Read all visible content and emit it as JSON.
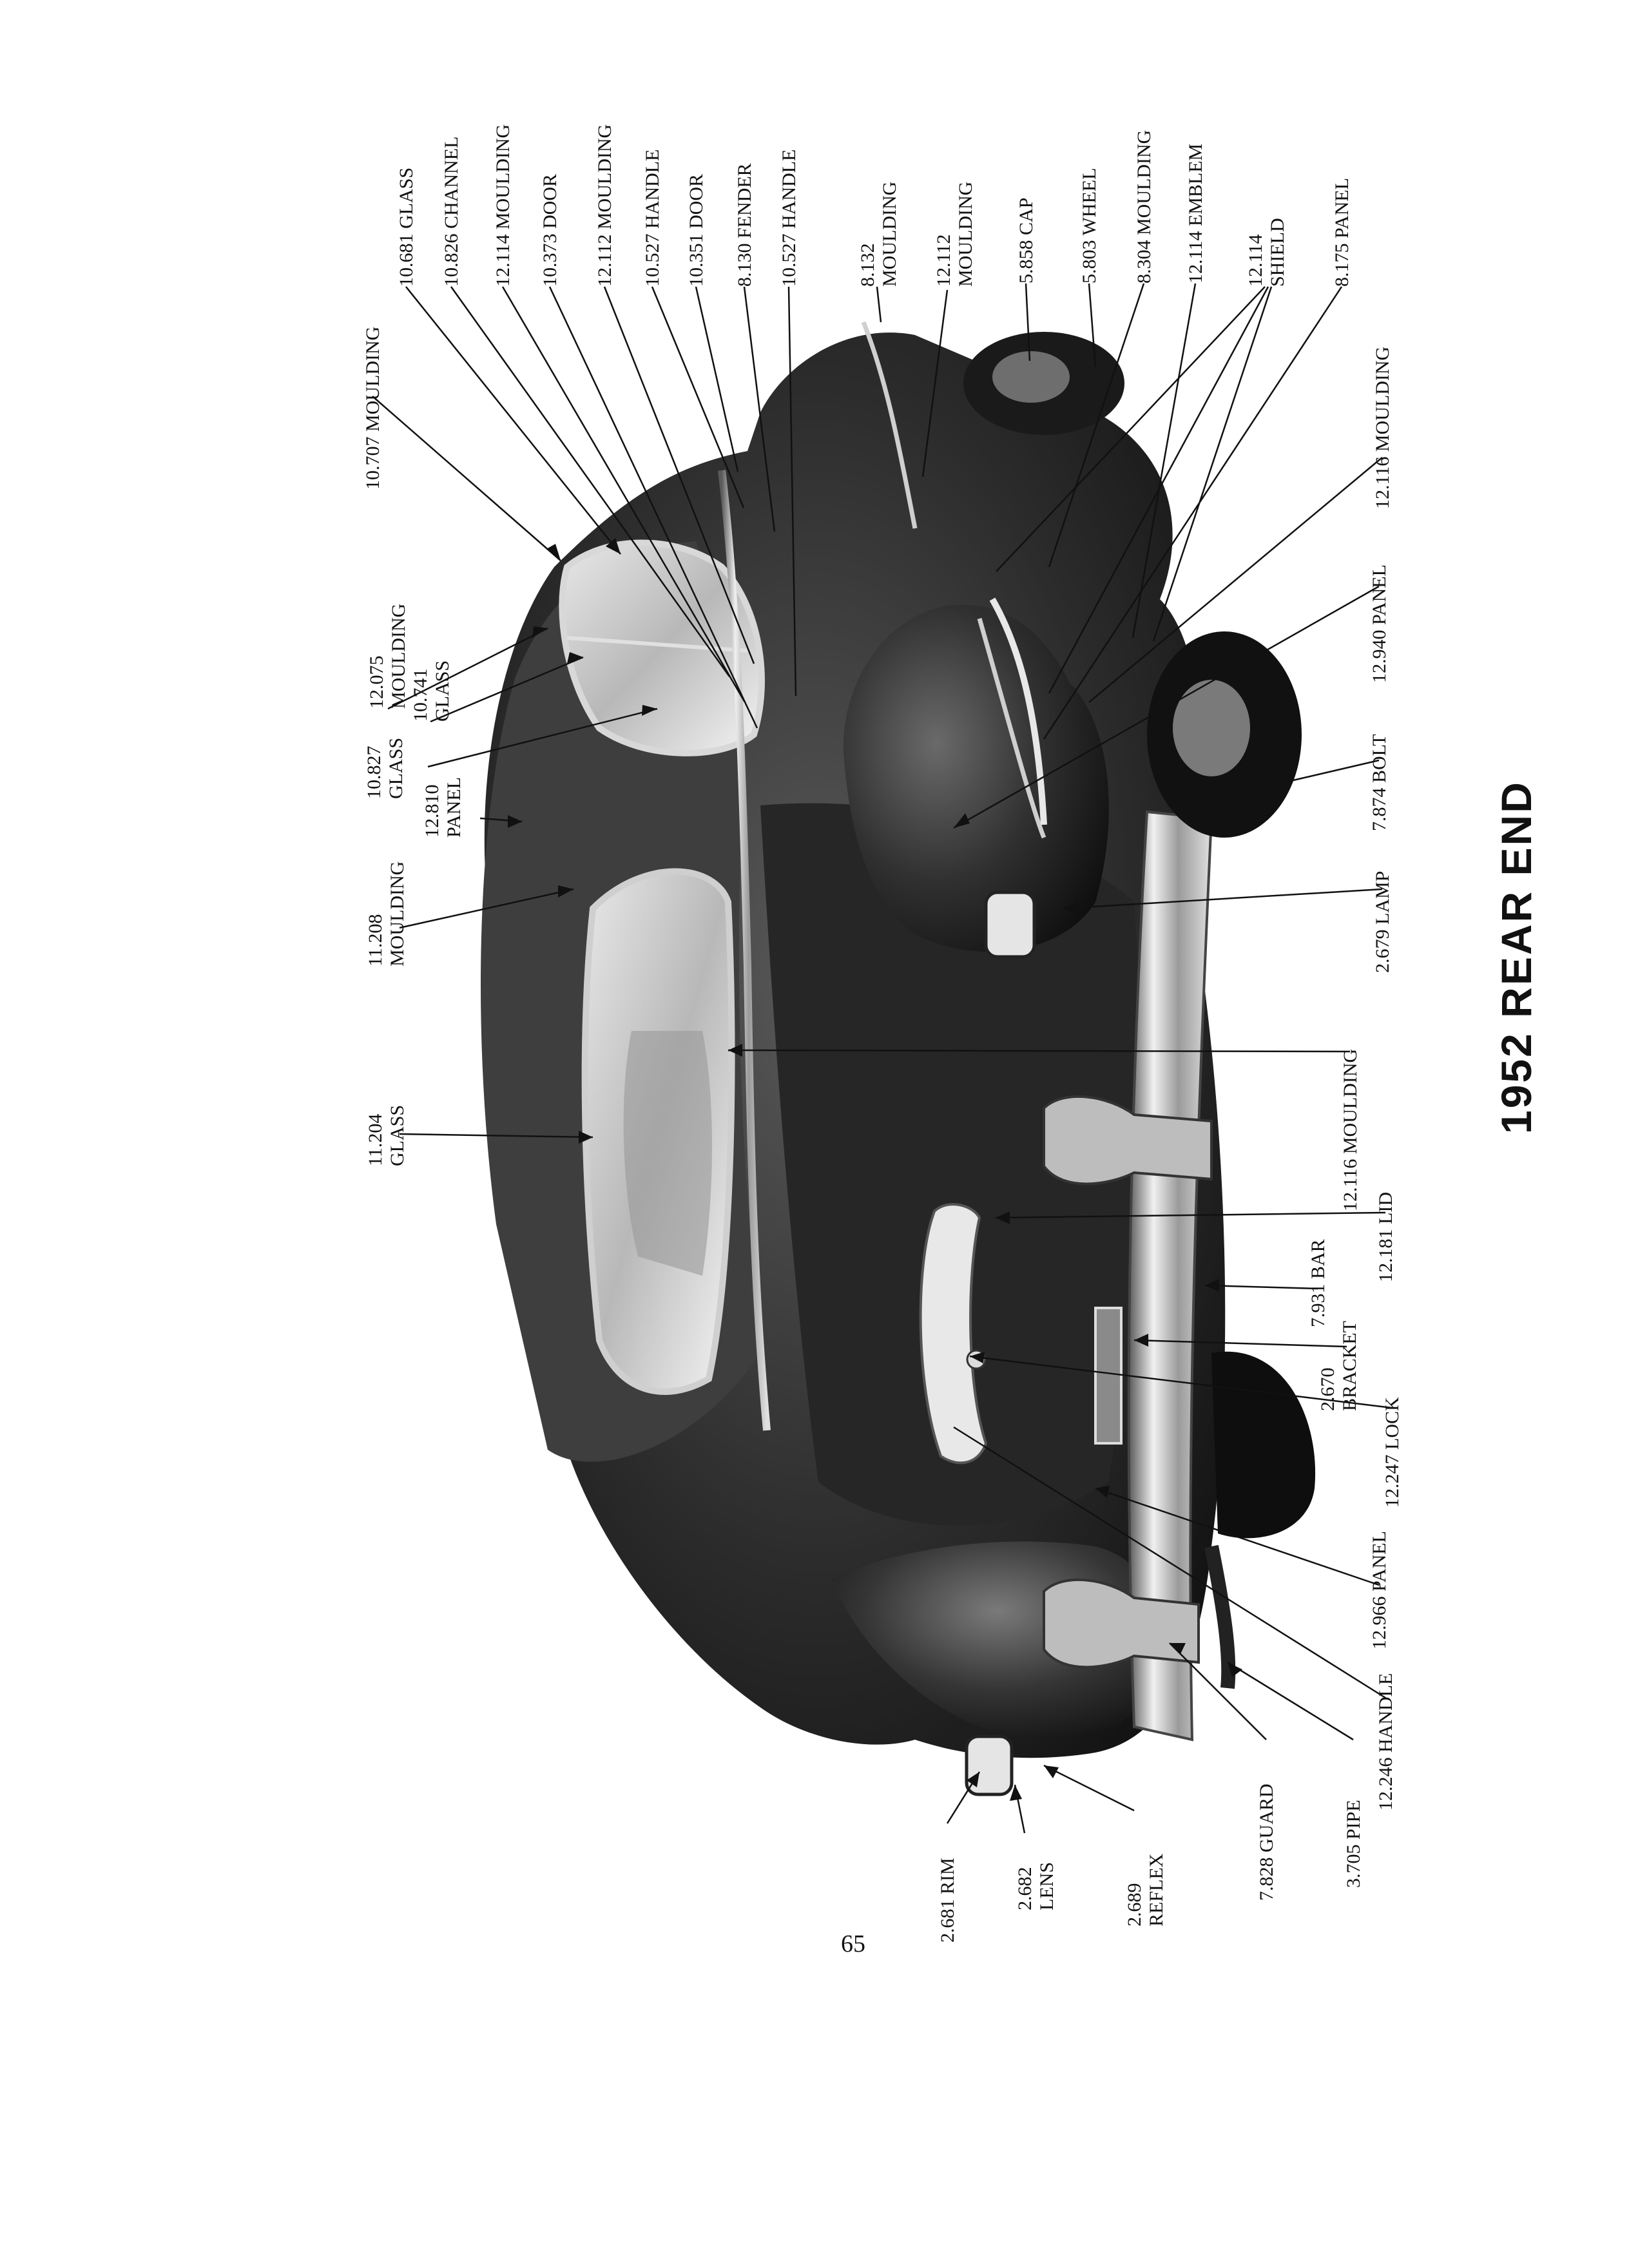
{
  "title": "1952 REAR END",
  "page_number": "65",
  "callouts": [
    {
      "id": "c01",
      "text": "10.681 GLASS"
    },
    {
      "id": "c02",
      "text": "10.826 CHANNEL"
    },
    {
      "id": "c03",
      "text": "12.114 MOULDING"
    },
    {
      "id": "c04",
      "text": "10.373 DOOR"
    },
    {
      "id": "c05",
      "text": "12.112 MOULDING"
    },
    {
      "id": "c06",
      "text": "10.527 HANDLE"
    },
    {
      "id": "c07",
      "text": "10.351 DOOR"
    },
    {
      "id": "c08",
      "text": "8.130 FENDER"
    },
    {
      "id": "c09",
      "text": "10.527 HANDLE"
    },
    {
      "id": "c10",
      "text": "8.132\nMOULDING"
    },
    {
      "id": "c11",
      "text": "12.112\nMOULDING"
    },
    {
      "id": "c12",
      "text": "5.858 CAP"
    },
    {
      "id": "c13",
      "text": "5.803 WHEEL"
    },
    {
      "id": "c14",
      "text": "8.304 MOULDING"
    },
    {
      "id": "c15",
      "text": "12.114 EMBLEM"
    },
    {
      "id": "c16",
      "text": "12.114\nSHIELD"
    },
    {
      "id": "c17",
      "text": "8.175 PANEL"
    },
    {
      "id": "c18",
      "text": "10.707 MOULDING"
    },
    {
      "id": "c19",
      "text": "12.075\nMOULDING"
    },
    {
      "id": "c20",
      "text": "10.741\nGLASS"
    },
    {
      "id": "c21",
      "text": "10.827\nGLASS"
    },
    {
      "id": "c22",
      "text": "12.810\nPANEL"
    },
    {
      "id": "c23",
      "text": "11.208\nMOULDING"
    },
    {
      "id": "c24",
      "text": "11.204\nGLASS"
    },
    {
      "id": "c25",
      "text": "12.116 MOULDING"
    },
    {
      "id": "c26",
      "text": "12.940 PANEL"
    },
    {
      "id": "c27",
      "text": "12.116 MOULDING"
    },
    {
      "id": "c28",
      "text": "7.874 BOLT"
    },
    {
      "id": "c29",
      "text": "2.679 LAMP"
    },
    {
      "id": "c30",
      "text": "12.181 LID"
    },
    {
      "id": "c31",
      "text": "7.931 BAR"
    },
    {
      "id": "c32",
      "text": "2.670\nBRACKET"
    },
    {
      "id": "c33",
      "text": "12.247 LOCK"
    },
    {
      "id": "c34",
      "text": "12.966 PANEL"
    },
    {
      "id": "c35",
      "text": "12.246 HANDLE"
    },
    {
      "id": "c36",
      "text": "2.681 RIM"
    },
    {
      "id": "c37",
      "text": "2.682\nLENS"
    },
    {
      "id": "c38",
      "text": "2.689\nREFLEX"
    },
    {
      "id": "c39",
      "text": "7.828 GUARD"
    },
    {
      "id": "c40",
      "text": "3.705 PIPE"
    }
  ]
}
